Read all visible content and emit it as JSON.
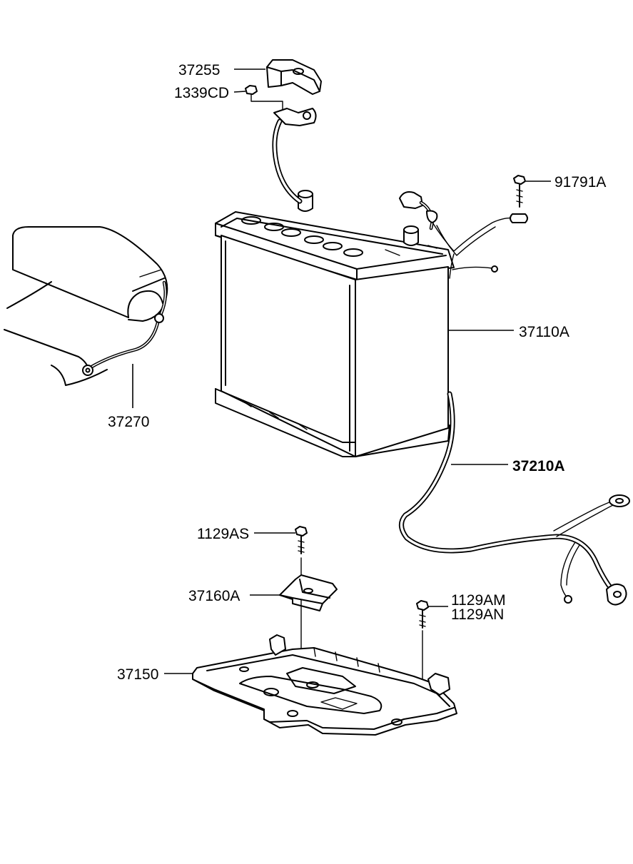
{
  "parts": [
    {
      "id": "p37255",
      "label": "37255"
    },
    {
      "id": "p1339CD",
      "label": "1339CD"
    },
    {
      "id": "p91791A",
      "label": "91791A"
    },
    {
      "id": "p37110A",
      "label": "37110A"
    },
    {
      "id": "p37270",
      "label": "37270"
    },
    {
      "id": "p37210A",
      "label": "37210A"
    },
    {
      "id": "p1129AS",
      "label": "1129AS"
    },
    {
      "id": "p37160A",
      "label": "37160A"
    },
    {
      "id": "p1129AM",
      "label": "1129AM"
    },
    {
      "id": "p1129AN",
      "label": "1129AN"
    },
    {
      "id": "p37150",
      "label": "37150"
    }
  ]
}
